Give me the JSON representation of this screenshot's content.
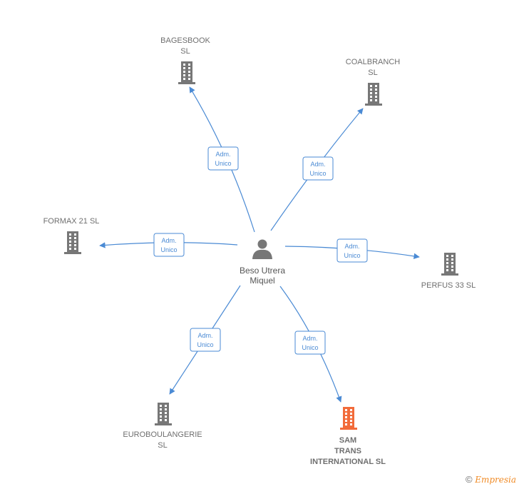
{
  "person": {
    "name_line1": "Beso Utrera",
    "name_line2": "Miquel",
    "icon": "person-icon"
  },
  "companies": [
    {
      "id": "bagesbook",
      "lines": [
        "BAGESBOOK",
        "SL"
      ],
      "color": "#777777",
      "highlight": false
    },
    {
      "id": "coalbranch",
      "lines": [
        "COALBRANCH",
        "SL"
      ],
      "color": "#777777",
      "highlight": false
    },
    {
      "id": "formax",
      "lines": [
        "FORMAX 21 SL"
      ],
      "color": "#777777",
      "highlight": false
    },
    {
      "id": "perfus",
      "lines": [
        "PERFUS 33 SL"
      ],
      "color": "#777777",
      "highlight": false
    },
    {
      "id": "euroboulangerie",
      "lines": [
        "EUROBOULANGERIE",
        "SL"
      ],
      "color": "#777777",
      "highlight": false
    },
    {
      "id": "samtrans",
      "lines": [
        "SAM",
        "TRANS",
        "INTERNATIONAL SL"
      ],
      "color": "#f26b3a",
      "highlight": true
    }
  ],
  "edges": [
    {
      "to": "bagesbook",
      "role_line1": "Adm.",
      "role_line2": "Unico"
    },
    {
      "to": "coalbranch",
      "role_line1": "Adm.",
      "role_line2": "Unico"
    },
    {
      "to": "formax",
      "role_line1": "Adm.",
      "role_line2": "Unico"
    },
    {
      "to": "perfus",
      "role_line1": "Adm.",
      "role_line2": "Unico"
    },
    {
      "to": "euroboulangerie",
      "role_line1": "Adm.",
      "role_line2": "Unico"
    },
    {
      "to": "samtrans",
      "role_line1": "Adm.",
      "role_line2": "Unico"
    }
  ],
  "colors": {
    "edge": "#4a8ad4",
    "building": "#777777",
    "highlight": "#f26b3a"
  },
  "footer": {
    "copyright": "©",
    "brand": "Empresia"
  }
}
